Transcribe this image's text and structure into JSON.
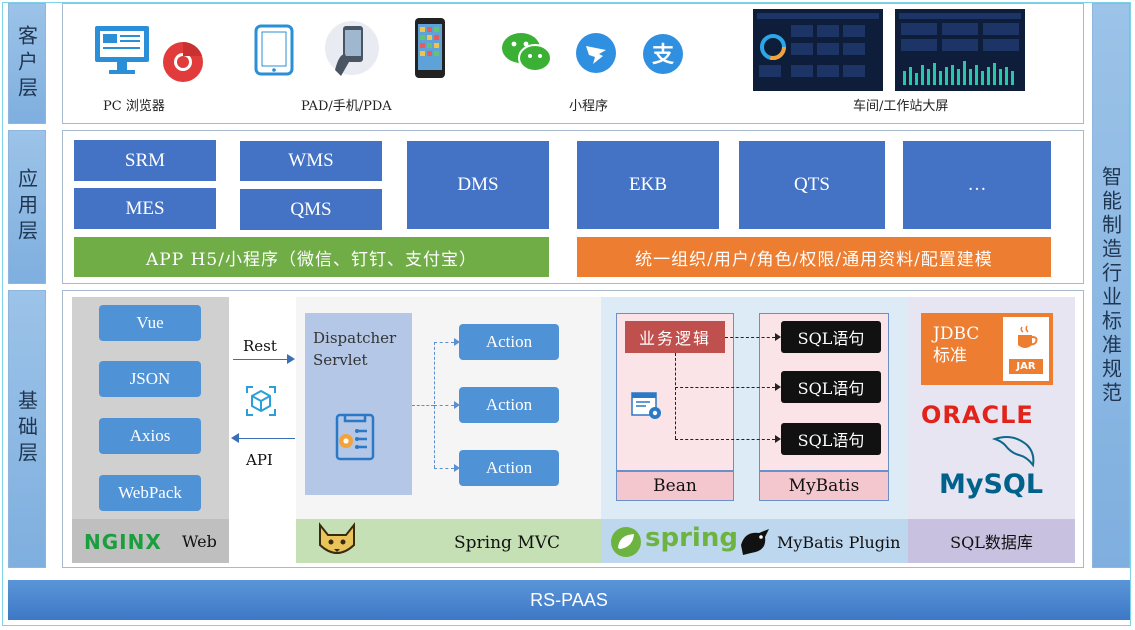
{
  "layers": {
    "client": "客户层",
    "app": "应用层",
    "base": "基础层",
    "right": "智能制造行业标准规范"
  },
  "client": {
    "pc_label": "PC  浏览器",
    "pad_label": "PAD/手机/PDA",
    "mini_label": "小程序",
    "screen_label": "车间/工作站大屏"
  },
  "app": {
    "modules": [
      "SRM",
      "MES",
      "WMS",
      "QMS",
      "DMS",
      "EKB",
      "QTS",
      "…"
    ],
    "green_bar": "APP H5/小程序（微信、钉钉、支付宝）",
    "orange_bar": "统一组织/用户/角色/权限/通用资料/配置建模"
  },
  "base": {
    "front_items": [
      "Vue",
      "JSON",
      "Axios",
      "WebPack"
    ],
    "nginx_logo": "NGINX",
    "web_label": "Web",
    "rest_label": "Rest",
    "api_label": "API",
    "dispatcher": "Dispatcher Servlet",
    "actions": [
      "Action",
      "Action",
      "Action"
    ],
    "spring_mvc": "Spring MVC",
    "biz_logic": "业务逻辑",
    "sql_items": [
      "SQL语句",
      "SQL语句",
      "SQL语句"
    ],
    "bean": "Bean",
    "mybatis": "MyBatis",
    "spring_logo": "spring",
    "mybatis_plugin": "MyBatis Plugin",
    "jdbc": "JDBC 标准",
    "jar": "JAR",
    "oracle": "ORACLE",
    "mysql": "MySQL",
    "sql_db": "SQL数据库"
  },
  "footer": "RS-PAAS",
  "colors": {
    "module_blue": "#4472c4",
    "green": "#70ad47",
    "orange": "#ed7d31",
    "pill_blue": "#4f93d6",
    "footer_blue": "#3d78c6"
  }
}
